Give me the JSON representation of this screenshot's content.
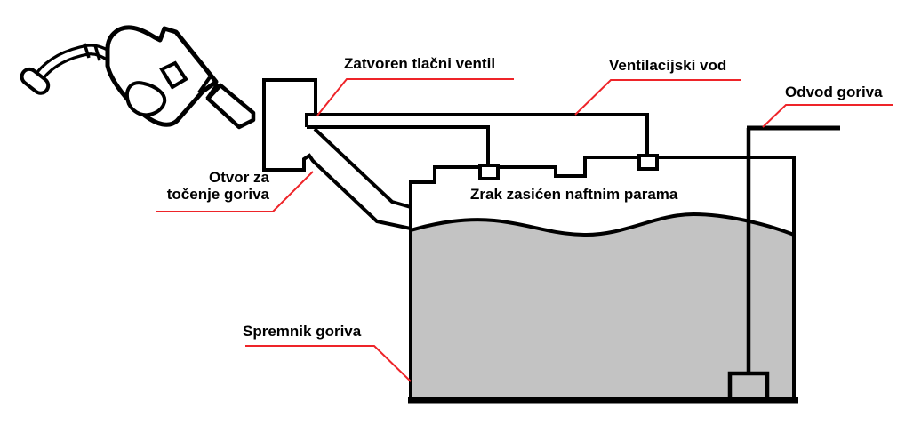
{
  "diagram": {
    "labels": {
      "pressure_valve": {
        "text": "Zatvoren tlačni ventil"
      },
      "vent_line": {
        "text": "Ventilacijski vod"
      },
      "fuel_outlet": {
        "text": "Odvod goriva"
      },
      "filling_opening": {
        "line1": "Otvor za",
        "line2": "točenje goriva"
      },
      "vapor_space": {
        "text": "Zrak zasićen naftnim parama"
      },
      "fuel_tank": {
        "text": "Spremnik goriva"
      }
    },
    "icons": {
      "fuel_nozzle": "fuel-nozzle-icon"
    },
    "colors": {
      "line_black": "#000000",
      "leader_red": "#ee2429",
      "fuel_gray": "#c3c3c3",
      "background": "#ffffff"
    }
  }
}
